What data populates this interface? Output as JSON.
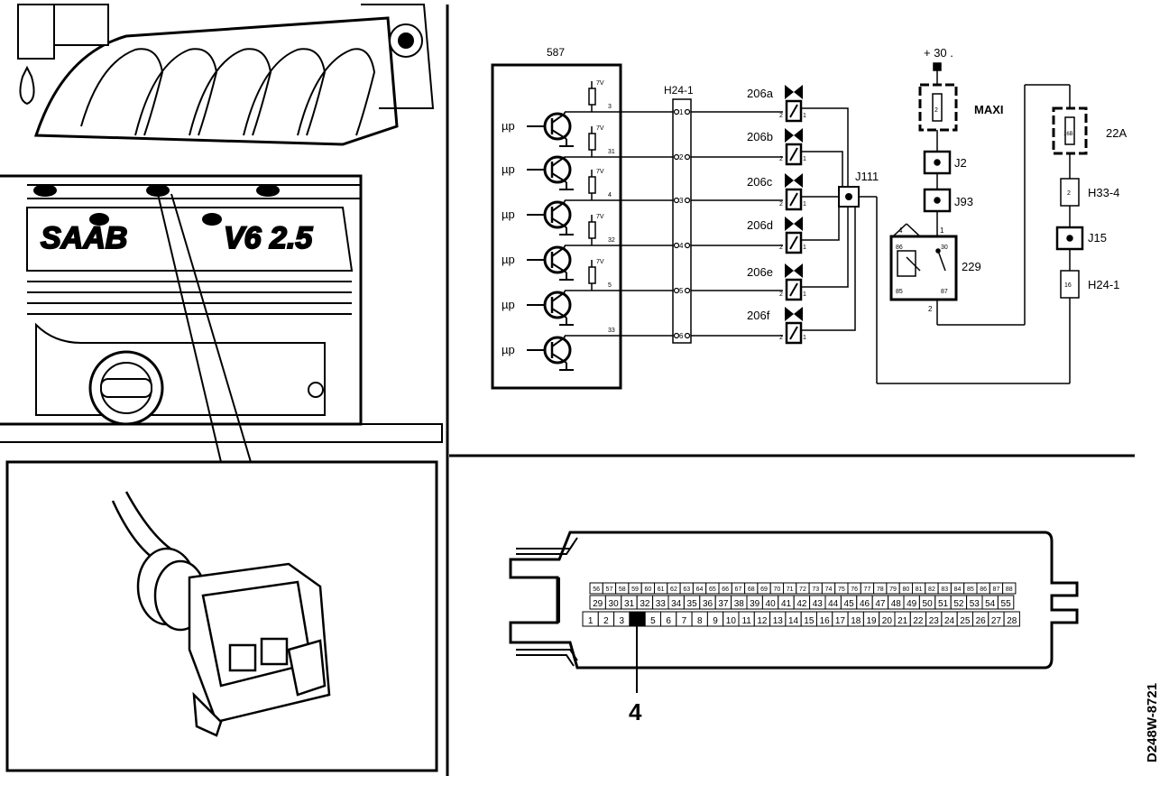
{
  "document_id": "D248W-8721",
  "ecu": {
    "label": "587",
    "mu_label": "µp",
    "supply": "7V",
    "pins": [
      "3",
      "31",
      "4",
      "32",
      "5",
      "33"
    ]
  },
  "harness_connector": {
    "label": "H24-1",
    "pins": [
      "1",
      "2",
      "3",
      "4",
      "5",
      "6"
    ]
  },
  "injectors": [
    {
      "label": "206a",
      "pin_left": "2",
      "pin_right": "1"
    },
    {
      "label": "206b",
      "pin_left": "2",
      "pin_right": "1"
    },
    {
      "label": "206c",
      "pin_left": "2",
      "pin_right": "1"
    },
    {
      "label": "206d",
      "pin_left": "2",
      "pin_right": "1"
    },
    {
      "label": "206e",
      "pin_left": "2",
      "pin_right": "1"
    },
    {
      "label": "206f",
      "pin_left": "2",
      "pin_right": "1"
    }
  ],
  "splice": {
    "label": "J111"
  },
  "power": {
    "feed_label": "+ 30 .",
    "maxi_fuse": {
      "label": "MAXI",
      "value": "2"
    },
    "j2": "J2",
    "j93": "J93",
    "relay": {
      "label": "229",
      "pins": {
        "p86": "86",
        "p30": "30",
        "p85": "85",
        "p87": "87",
        "p1": "1",
        "p4": "4",
        "p2": "2"
      }
    },
    "fuse_22a": {
      "label": "22A",
      "value": "16B"
    },
    "h33_4": {
      "label": "H33-4",
      "pin": "2"
    },
    "j15": "J15",
    "h24_1b": {
      "label": "H24-1",
      "pin": "16"
    }
  },
  "ecu_connector": {
    "row_top": [
      "56",
      "57",
      "58",
      "59",
      "60",
      "61",
      "62",
      "63",
      "64",
      "65",
      "66",
      "67",
      "68",
      "69",
      "70",
      "71",
      "72",
      "73",
      "74",
      "75",
      "76",
      "77",
      "78",
      "79",
      "80",
      "81",
      "82",
      "83",
      "84",
      "85",
      "86",
      "87",
      "88"
    ],
    "row_middle": [
      "29",
      "30",
      "31",
      "32",
      "33",
      "34",
      "35",
      "36",
      "37",
      "38",
      "39",
      "40",
      "41",
      "42",
      "43",
      "44",
      "45",
      "46",
      "47",
      "48",
      "49",
      "50",
      "51",
      "52",
      "53",
      "54",
      "55"
    ],
    "row_bottom": [
      "1",
      "2",
      "3",
      "4",
      "5",
      "6",
      "7",
      "8",
      "9",
      "10",
      "11",
      "12",
      "13",
      "14",
      "15",
      "16",
      "17",
      "18",
      "19",
      "20",
      "21",
      "22",
      "23",
      "24",
      "25",
      "26",
      "27",
      "28"
    ],
    "highlighted_pin": "4",
    "callout": "4"
  },
  "engine": {
    "brand": "SAAB",
    "engine_label": "V6 2.5"
  }
}
